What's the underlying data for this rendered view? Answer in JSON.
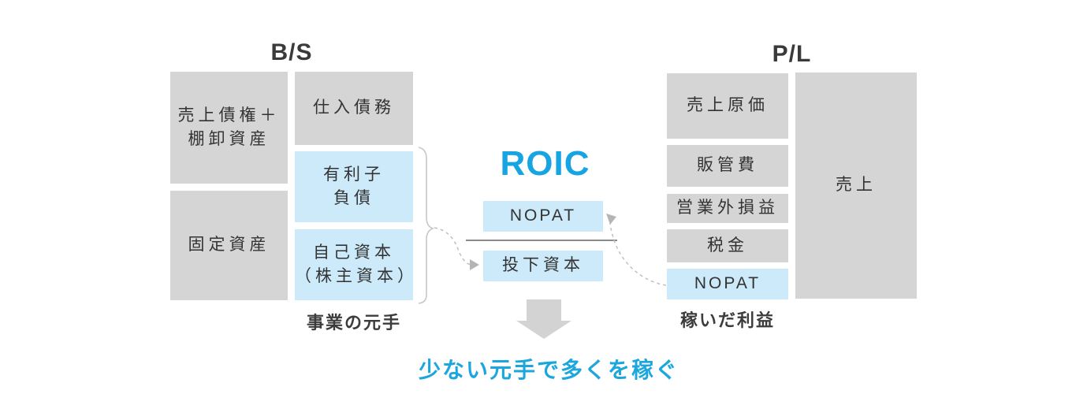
{
  "bs": {
    "title": "B/S",
    "assets": [
      {
        "label": "売上債権＋\n棚卸資産"
      },
      {
        "label": "固定資産"
      }
    ],
    "liabilities": [
      {
        "label": "仕入債務"
      },
      {
        "label": "有利子\n負債"
      },
      {
        "label": "自己資本\n（株主資本）"
      }
    ],
    "caption": "事業の元手"
  },
  "formula": {
    "title": "ROIC",
    "numerator": "NOPAT",
    "denominator": "投下資本"
  },
  "pl": {
    "title": "P/L",
    "items": [
      {
        "label": "売上原価"
      },
      {
        "label": "販管費"
      },
      {
        "label": "営業外損益"
      },
      {
        "label": "税金"
      },
      {
        "label": "NOPAT"
      }
    ],
    "revenue": {
      "label": "売上"
    },
    "caption": "稼いだ利益"
  },
  "conclusion": "少ない元手で多くを稼ぐ",
  "colors": {
    "gray_box": "#d5d5d5",
    "blue_box": "#cdeafa",
    "accent_blue": "#16a5e2",
    "text_dark": "#3a3a3a",
    "connector_gray": "#c2c2c2"
  }
}
